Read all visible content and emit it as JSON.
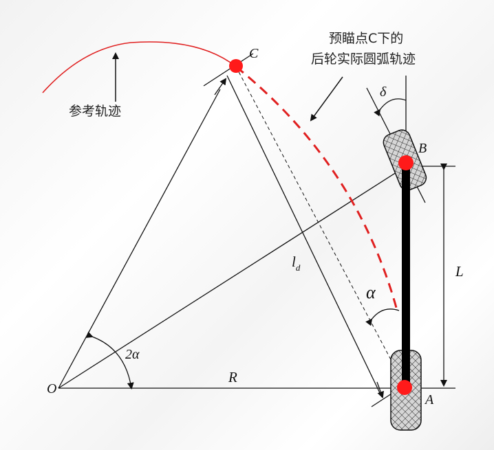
{
  "labels": {
    "reference_path": "参考轨迹",
    "arc_line1": "预瞄点C下的",
    "arc_line2": "后轮实际圆弧轨迹",
    "point_C": "C",
    "point_B": "B",
    "point_A": "A",
    "point_O": "O",
    "radius": "R",
    "wheelbase": "L",
    "delta": "δ",
    "alpha": "α",
    "two_alpha": "2α",
    "lookahead_main": "l",
    "lookahead_sub": "d"
  },
  "colors": {
    "reference_path": "#e02020",
    "arc_path": "#e02020",
    "points": "#ff1a1a",
    "vehicle_body": "#000000",
    "wheel_fill": "#cfcfcf",
    "lines": "#111111"
  }
}
